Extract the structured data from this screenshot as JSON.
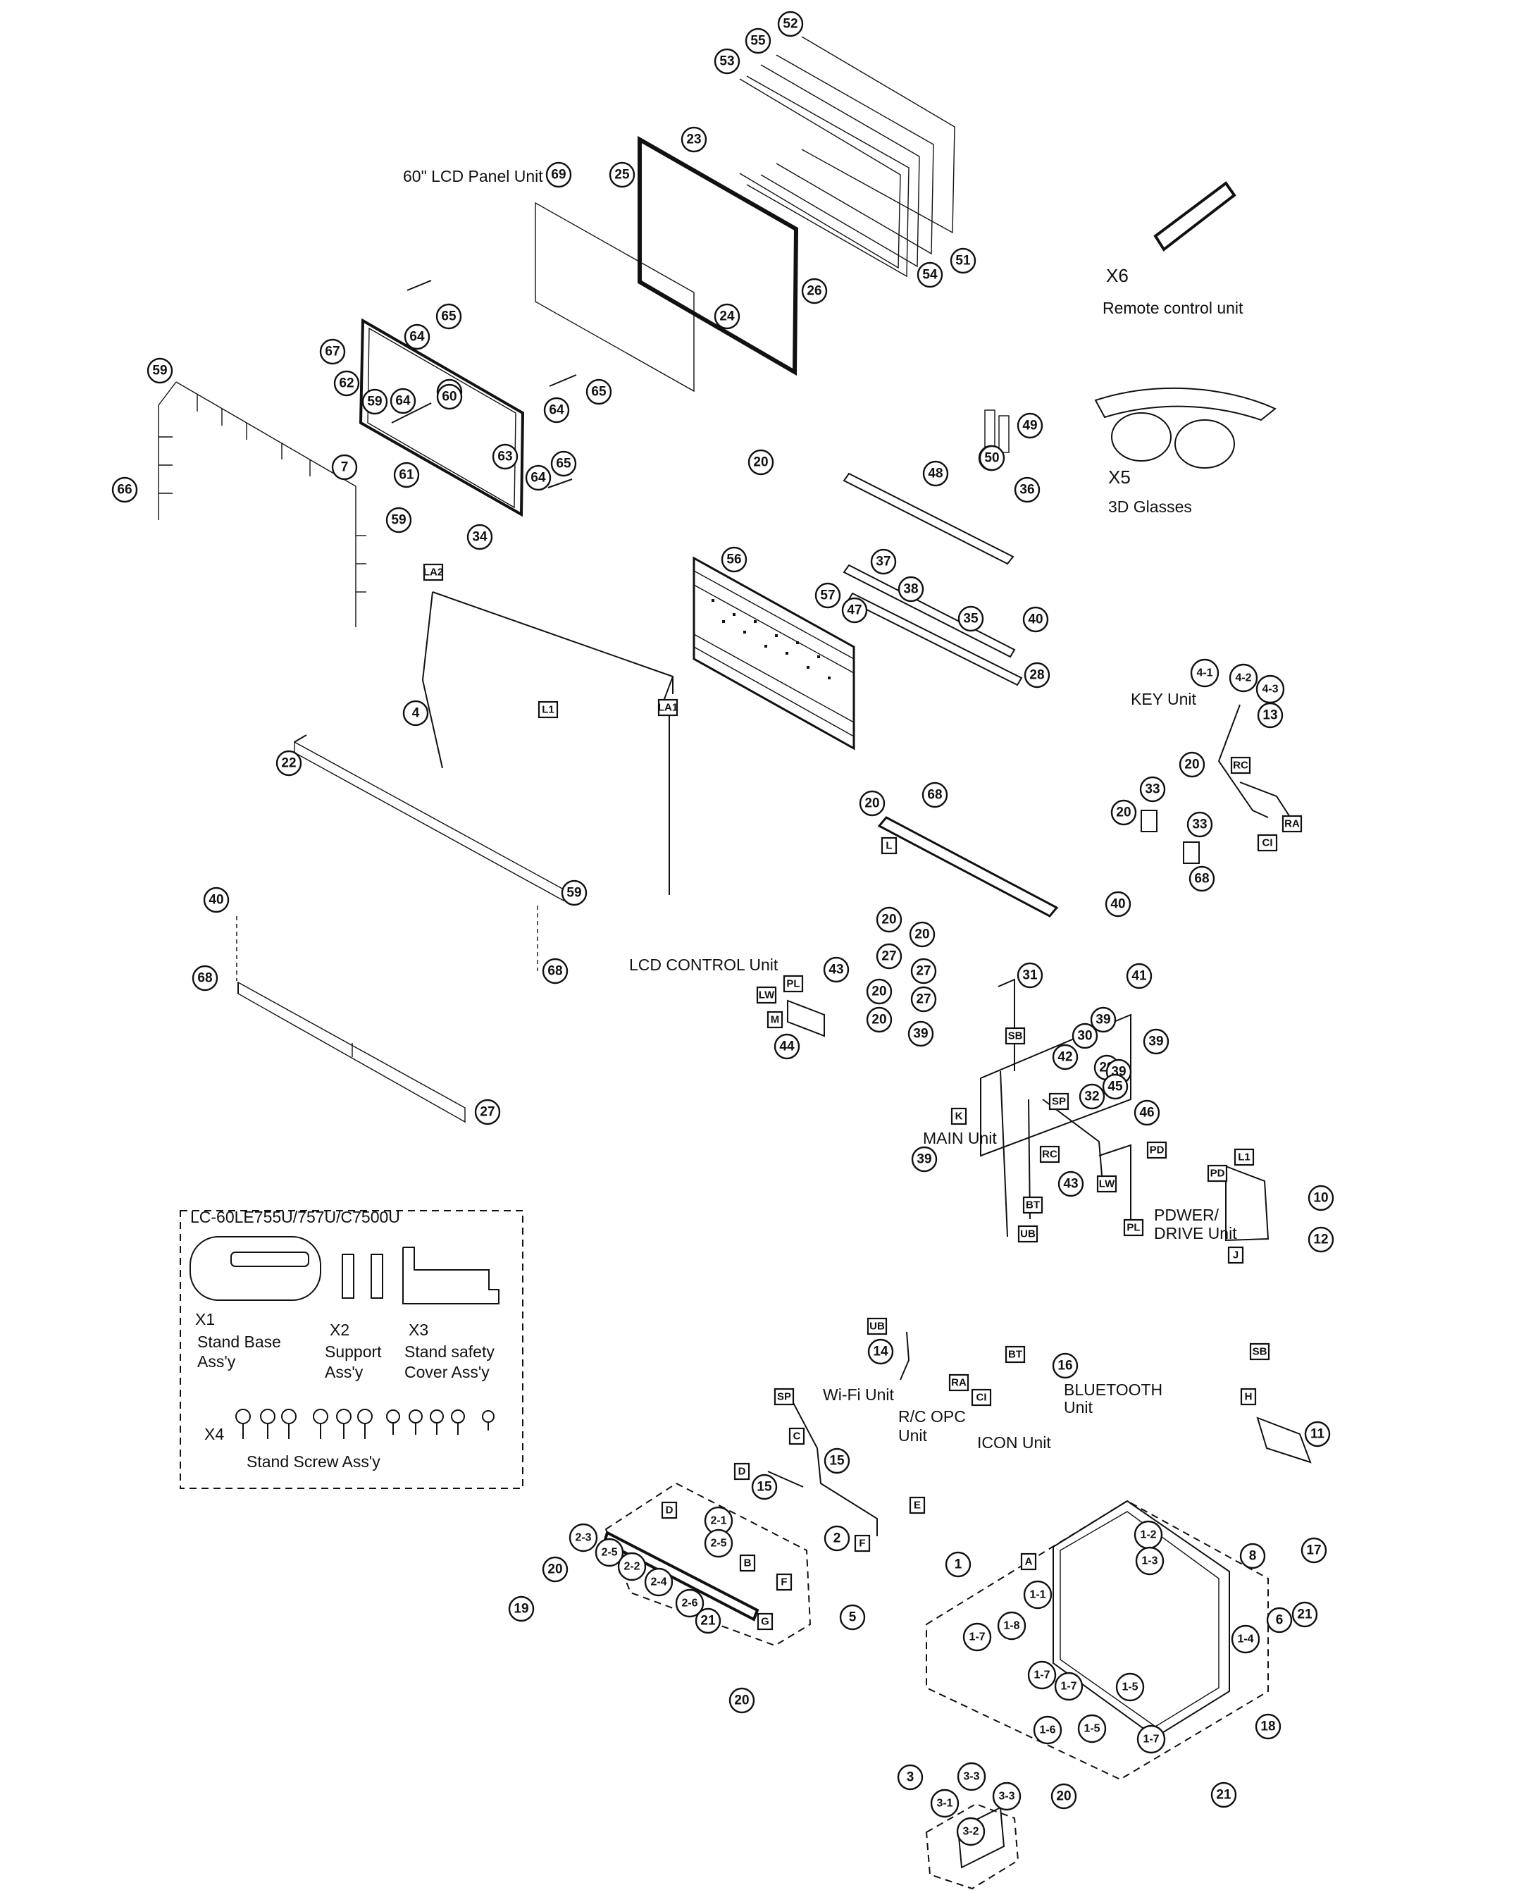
{
  "labels": {
    "lcd_panel_unit": "60\" LCD Panel Unit",
    "x6_code": "X6",
    "x6_name": "Remote control unit",
    "x5_code": "X5",
    "x5_name": "3D Glasses",
    "key_unit": "KEY Unit",
    "lcd_control_unit": "LCD CONTROL Unit",
    "main_unit": "MAIN Unit",
    "power_drive_1": "PDWER/",
    "power_drive_2": "DRIVE Unit",
    "wifi_unit": "Wi-Fi Unit",
    "rc_opc_1": "R/C OPC",
    "rc_opc_2": "Unit",
    "icon_unit": "ICON Unit",
    "bluetooth_1": "BLUETOOTH",
    "bluetooth_2": "Unit"
  },
  "accessory_box": {
    "title": "LC-60LE755U/757U/C7500U",
    "x1_code": "X1",
    "x1_line1": "Stand Base",
    "x1_line2": "Ass'y",
    "x2_code": "X2",
    "x2_line1": "Support",
    "x2_line2": "Ass'y",
    "x3_code": "X3",
    "x3_line1": "Stand safety",
    "x3_line2": "Cover Ass'y",
    "x4_code": "X4",
    "x4_name": "Stand Screw Ass'y"
  },
  "callouts": [
    "52",
    "55",
    "53",
    "23",
    "25",
    "69",
    "51",
    "54",
    "26",
    "24",
    "65",
    "64",
    "67",
    "62",
    "64",
    "65",
    "60",
    "64",
    "65",
    "59",
    "63",
    "7",
    "61",
    "64",
    "65",
    "59",
    "66",
    "59",
    "34",
    "20",
    "48",
    "49",
    "48",
    "50",
    "36",
    "37",
    "38",
    "35",
    "40",
    "28",
    "56",
    "57",
    "47",
    "4",
    "4-1",
    "4-2",
    "4-3",
    "13",
    "20",
    "33",
    "20",
    "33",
    "68",
    "22",
    "59",
    "20",
    "68",
    "40",
    "40",
    "68",
    "68",
    "27",
    "20",
    "27",
    "20",
    "27",
    "20",
    "27",
    "20",
    "39",
    "43",
    "44",
    "31",
    "39",
    "41",
    "30",
    "39",
    "29",
    "39",
    "42",
    "32",
    "45",
    "46",
    "43",
    "39",
    "10",
    "12",
    "14",
    "16",
    "11",
    "15",
    "15",
    "2",
    "2-3",
    "2-1",
    "2-5",
    "2-5",
    "2-2",
    "2-4",
    "2-6",
    "21",
    "20",
    "5",
    "19",
    "20",
    "1",
    "1-2",
    "1-3",
    "8",
    "17",
    "1-1",
    "21",
    "6",
    "1-8",
    "1-7",
    "1-4",
    "1-7",
    "1-7",
    "1-5",
    "1-6",
    "1-5",
    "1-7",
    "18",
    "3",
    "3-3",
    "3-3",
    "3-1",
    "3-2",
    "20",
    "21"
  ],
  "connectors": [
    "LA2",
    "L1",
    "LA1",
    "RC",
    "RA",
    "CI",
    "L",
    "LW",
    "PL",
    "M",
    "SB",
    "SP",
    "K",
    "RC",
    "PD",
    "LW",
    "BT",
    "PL",
    "UB",
    "PD",
    "L1",
    "J",
    "UB",
    "RA",
    "CI",
    "BT",
    "SB",
    "H",
    "SP",
    "C",
    "D",
    "E",
    "F",
    "D",
    "B",
    "F",
    "G",
    "A"
  ]
}
